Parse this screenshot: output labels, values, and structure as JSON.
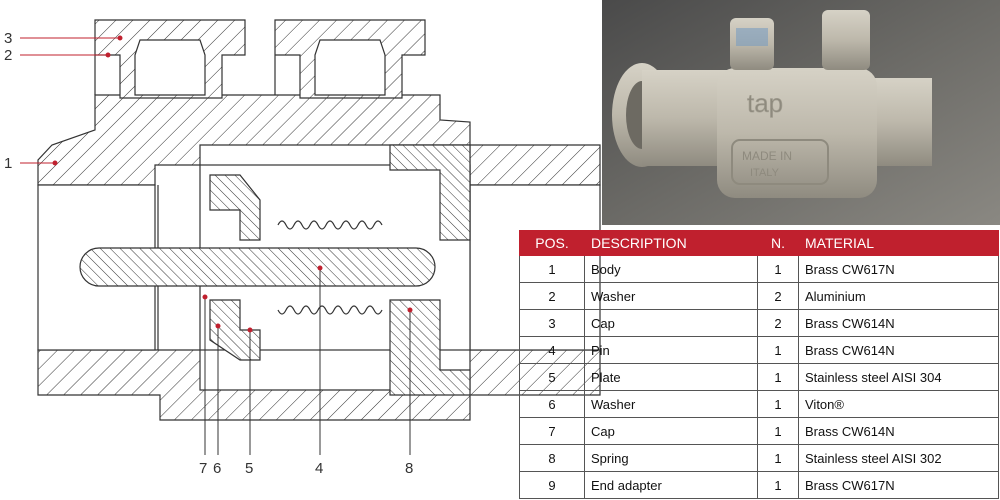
{
  "diagram": {
    "callouts_left": [
      "3",
      "2",
      "1"
    ],
    "callouts_bottom": [
      "7",
      "6",
      "5",
      "4",
      "8"
    ]
  },
  "photo": {
    "brand_mark": "tap",
    "stamp": "MADE IN ITALY"
  },
  "table": {
    "headers": {
      "pos": "POS.",
      "description": "DESCRIPTION",
      "n": "N.",
      "material": "MATERIAL"
    },
    "rows": [
      {
        "pos": "1",
        "description": "Body",
        "n": "1",
        "material": "Brass CW617N"
      },
      {
        "pos": "2",
        "description": "Washer",
        "n": "2",
        "material": "Aluminium"
      },
      {
        "pos": "3",
        "description": "Cap",
        "n": "2",
        "material": "Brass CW614N"
      },
      {
        "pos": "4",
        "description": "Pin",
        "n": "1",
        "material": "Brass CW614N"
      },
      {
        "pos": "5",
        "description": "Plate",
        "n": "1",
        "material": "Stainless steel AISI 304"
      },
      {
        "pos": "6",
        "description": "Washer",
        "n": "1",
        "material": "Viton®"
      },
      {
        "pos": "7",
        "description": "Cap",
        "n": "1",
        "material": "Brass CW614N"
      },
      {
        "pos": "8",
        "description": "Spring",
        "n": "1",
        "material": "Stainless steel AISI 302"
      },
      {
        "pos": "9",
        "description": "End adapter",
        "n": "1",
        "material": "Brass CW617N"
      }
    ]
  },
  "colors": {
    "accent": "#c0202e",
    "body_hatch": "#333333",
    "photo_metal": "#bdb8ab"
  }
}
